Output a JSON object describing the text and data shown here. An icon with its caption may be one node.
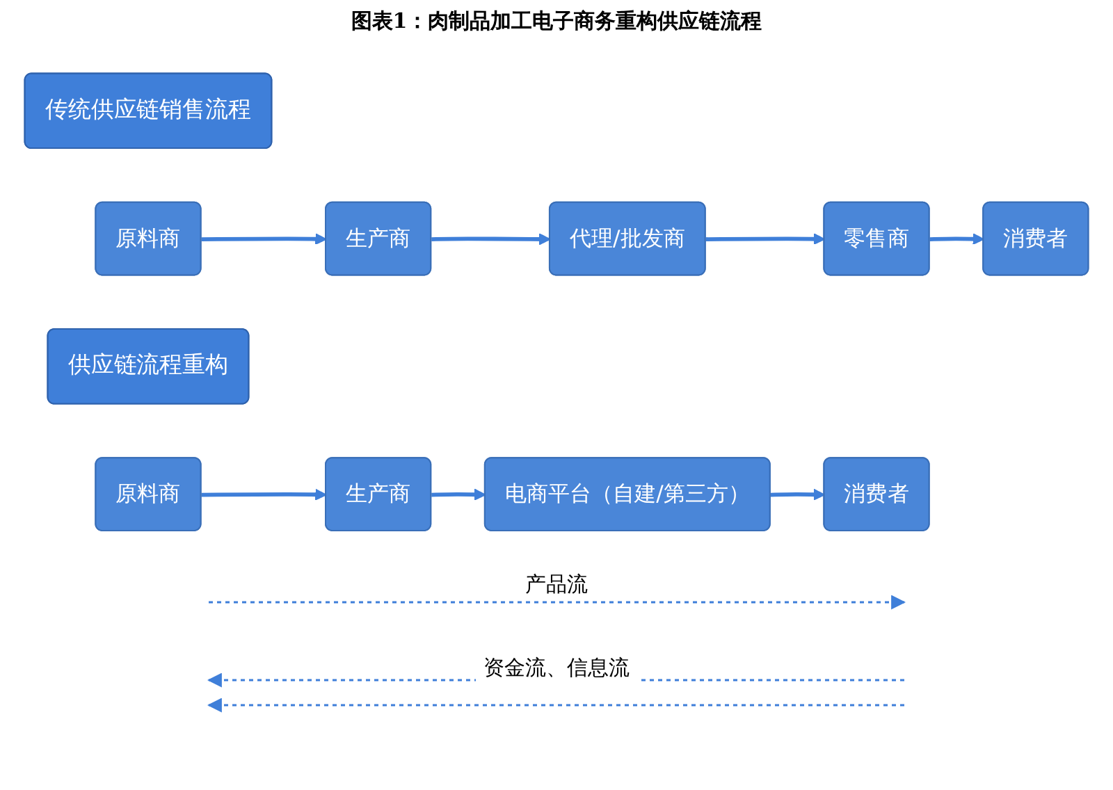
{
  "diagram": {
    "title": "图表1：肉制品加工电子商务重构供应链流程",
    "nodes": [
      {
        "text": [
          "传统供应链销售流程"
        ]
      },
      {
        "text": [
          "原料商"
        ]
      },
      {
        "text": [
          "生产商"
        ]
      },
      {
        "text": [
          "代理/批发商"
        ]
      },
      {
        "text": [
          "零售商"
        ]
      },
      {
        "text": [
          "消费者"
        ]
      },
      {
        "text": [
          "供应链流程重构"
        ]
      },
      {
        "text": [
          "原料商"
        ]
      },
      {
        "text": [
          "生产商"
        ]
      },
      {
        "text": [
          "电商平台（自建/第三方）"
        ]
      },
      {
        "text": [
          "消费者"
        ]
      }
    ],
    "edges": [
      {
        "from": 1,
        "to": 2,
        "arrow": "to"
      },
      {
        "from": 2,
        "to": 3,
        "arrow": "to"
      },
      {
        "from": 3,
        "to": 4,
        "arrow": "to"
      },
      {
        "from": 4,
        "to": 5,
        "arrow": "to"
      },
      {
        "from": 7,
        "to": 8,
        "arrow": "to"
      },
      {
        "from": 8,
        "to": 9,
        "arrow": "to"
      },
      {
        "from": 9,
        "to": 10,
        "arrow": "to"
      }
    ],
    "labels": [
      "产品流",
      "资金流、信息流"
    ]
  }
}
